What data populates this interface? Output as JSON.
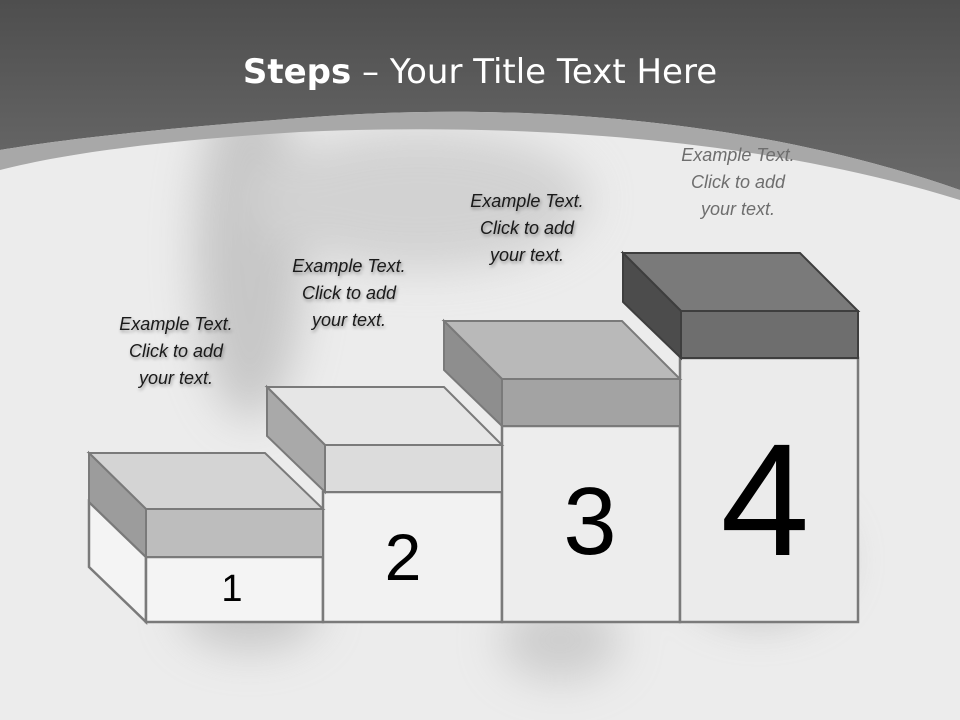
{
  "slide": {
    "title_bold": "Steps",
    "title_rest": " – Your Title Text Here"
  },
  "steps": [
    {
      "number": "1",
      "caption": [
        "Example Text.",
        "Click  to add",
        "your text."
      ]
    },
    {
      "number": "2",
      "caption": [
        "Example Text.",
        "Click  to add",
        "your text."
      ]
    },
    {
      "number": "3",
      "caption": [
        "Example Text.",
        "Click  to add",
        "your text."
      ]
    },
    {
      "number": "4",
      "caption": [
        "Example Text.",
        "Click  to add",
        "your text."
      ]
    }
  ],
  "colors": {
    "header": "#5a5a5a",
    "step1_block": "#bdbdbd",
    "step2_block": "#dcdcdc",
    "step3_block": "#a3a3a3",
    "step4_block": "#6e6e6e"
  }
}
